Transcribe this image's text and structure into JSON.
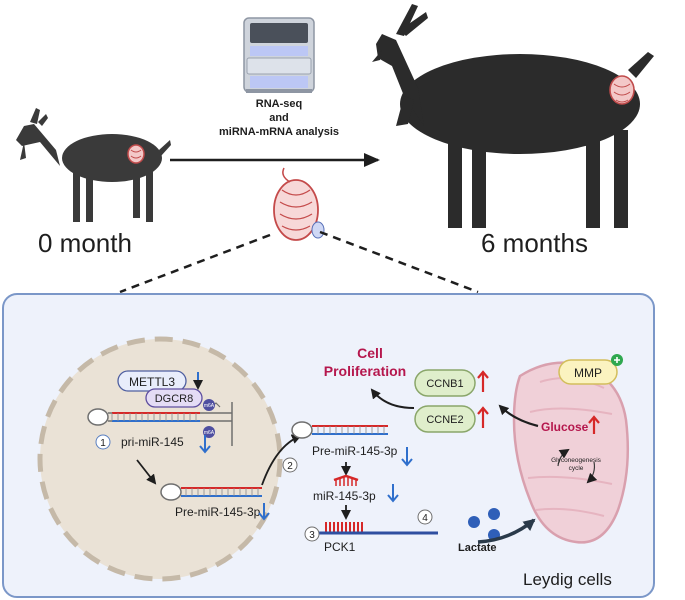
{
  "top": {
    "analysis_line1": "RNA-seq",
    "analysis_line2": "and",
    "analysis_line3": "miRNA-mRNA analysis",
    "left_label": "0 month",
    "right_label": "6 months"
  },
  "panel": {
    "title": "Leydig cells",
    "colors": {
      "panel_fill": "#eef2fb",
      "panel_border": "#7b97c8",
      "nucleus_fill": "#eae2d6",
      "proliferation": "#b5174d",
      "up_arrow": "#d62828",
      "down_arrow": "#2f6fcc",
      "box_fill": "#dfeecb",
      "mito_fill": "#f0d0d8"
    }
  },
  "nucleus": {
    "mettl3": "METTL3",
    "dgcr8": "DGCR8",
    "m6a_1": "m6A",
    "m6a_2": "m6A",
    "step1": "1",
    "pri_mir": "pri-miR-145",
    "pre_mir_inside": "Pre-miR-145-3p"
  },
  "cytoplasm": {
    "step2": "2",
    "pre_mir_outside": "Pre-miR-145-3p",
    "mature_mir": "miR-145-3p",
    "step3": "3",
    "target": "PCK1",
    "step4": "4",
    "lactate": "Lactate",
    "proliferation_line1": "Cell",
    "proliferation_line2": "Proliferation",
    "ccnb1": "CCNB1",
    "ccne2": "CCNE2"
  },
  "mito": {
    "mmp": "MMP",
    "glucose": "Glucose",
    "cycle_line1": "Glyconeogenesis",
    "cycle_line2": "cycle"
  }
}
